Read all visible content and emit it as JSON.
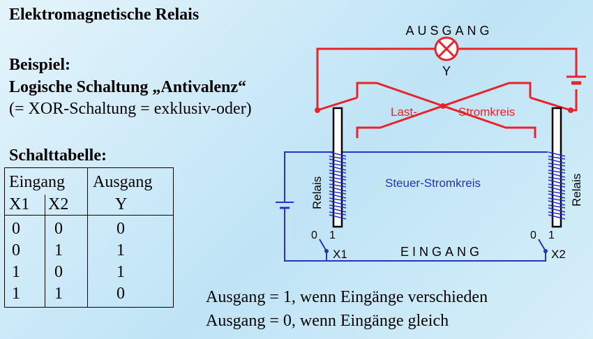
{
  "title": "Elektromagnetische  Relais",
  "example_label": "Beispiel:",
  "subtitle": "Logische Schaltung „Antivalenz“",
  "xor_note": "(= XOR-Schaltung = exklusiv-oder)",
  "truth_table": {
    "title": "Schalttabelle:",
    "group_headers": [
      "Eingang",
      "Ausgang"
    ],
    "columns": [
      "X1",
      "X2",
      "Y"
    ],
    "rows": [
      [
        "0",
        "0",
        "0"
      ],
      [
        "0",
        "1",
        "1"
      ],
      [
        "1",
        "0",
        "1"
      ],
      [
        "1",
        "1",
        "0"
      ]
    ]
  },
  "rules": [
    "Ausgang = 1, wenn Eingänge verschieden",
    "Ausgang = 0, wenn Eingänge gleich"
  ],
  "circuit": {
    "output_label": "AUSGANG",
    "output_symbol": "Y",
    "load_circuit_left": "Last-",
    "load_circuit_right": "Stromkreis",
    "control_circuit": "Steuer-Stromkreis",
    "relay_left": "Relais",
    "relay_right": "Relais",
    "input_label": "EINGANG",
    "input_1": "X1",
    "input_2": "X2",
    "switch_off": "0",
    "switch_on": "1",
    "lamp_icon": "lamp-icon",
    "battery_icon": "battery-icon",
    "colors": {
      "load": "#e8232a",
      "control": "#2433c8",
      "coil": "#2433c8"
    }
  }
}
